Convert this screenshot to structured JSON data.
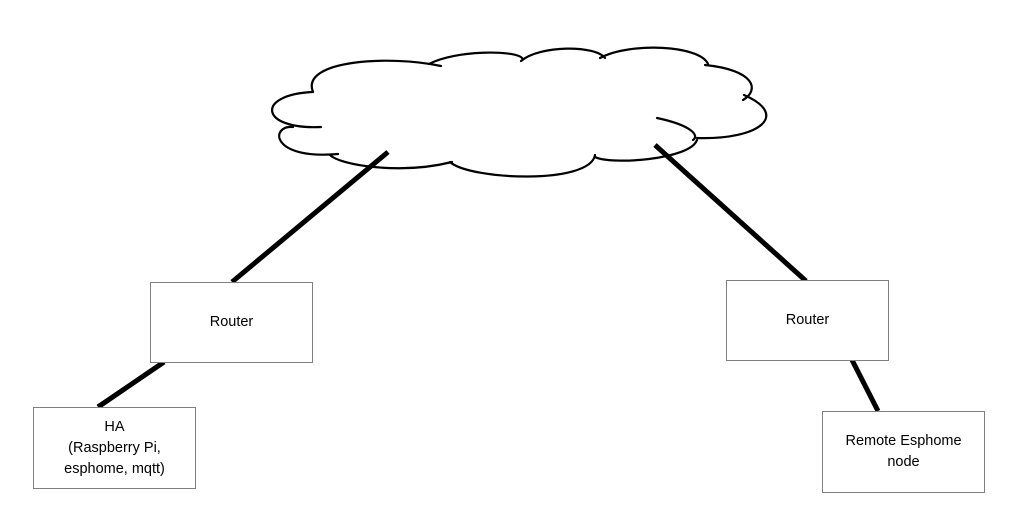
{
  "diagram": {
    "type": "network-topology",
    "cloud": {
      "label": ""
    },
    "nodes": {
      "router_left": {
        "label": "Router"
      },
      "router_right": {
        "label": "Router"
      },
      "ha": {
        "lines": [
          "HA",
          "(Raspberry Pi,",
          "esphome, mqtt)"
        ]
      },
      "remote": {
        "lines": [
          "Remote Esphome",
          "node"
        ]
      }
    },
    "connections": [
      {
        "from": "cloud",
        "to": "router_left"
      },
      {
        "from": "cloud",
        "to": "router_right"
      },
      {
        "from": "router_left",
        "to": "ha"
      },
      {
        "from": "router_right",
        "to": "remote"
      }
    ],
    "colors": {
      "line": "#000000",
      "box_border": "#7f7f7f",
      "background": "#ffffff"
    }
  }
}
